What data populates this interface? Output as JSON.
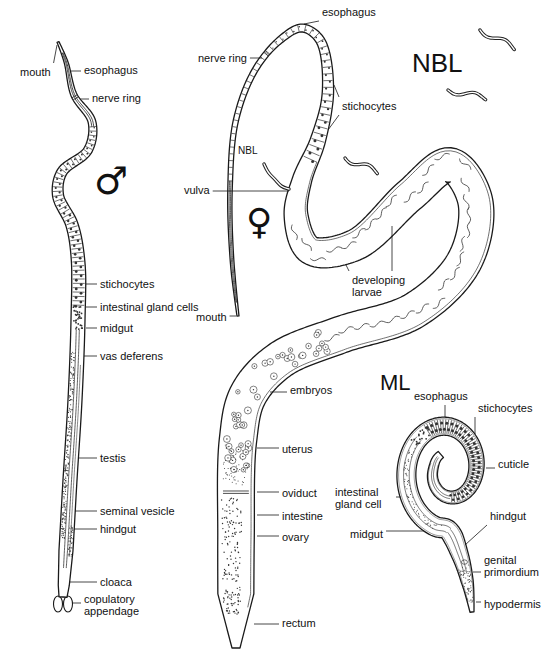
{
  "diagram": {
    "labels": [
      "mouth",
      "esophagus",
      "nerve ring",
      "♂",
      "stichocytes",
      "intestinal gland cells",
      "midgut",
      "vas deferens",
      "testis",
      "seminal vesicle",
      "hindgut",
      "cloaca",
      "copulatory appendage",
      "esophagus",
      "nerve ring",
      "stichocytes",
      "mouth",
      "NBL",
      "vulva",
      "♀",
      "developing larvae",
      "embryos",
      "uterus",
      "oviduct",
      "intestine",
      "ovary",
      "rectum",
      "NBL",
      "ML",
      "esophagus",
      "stichocytes",
      "cuticle",
      "intestinal gland cell",
      "midgut",
      "hindgut",
      "genital primordium",
      "hypodermis"
    ]
  }
}
